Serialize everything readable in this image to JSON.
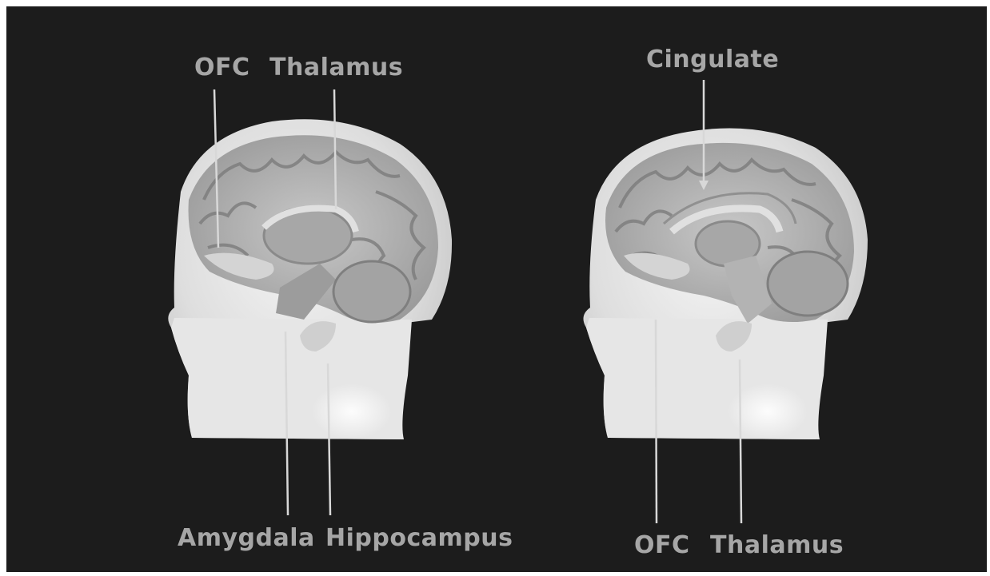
{
  "figure": {
    "colors": {
      "background": "#1c1c1c",
      "label": "#a6a6a6",
      "leader_line": "#d8d8d8",
      "skin": "#e8e8e8",
      "brain": "#b9b9b9"
    },
    "left_head": {
      "top_labels": {
        "ofc": "OFC",
        "thalamus": "Thalamus"
      },
      "bottom_labels": {
        "amygdala": "Amygdala",
        "hippocampus": "Hippocampus"
      }
    },
    "right_head": {
      "top_labels": {
        "cingulate": "Cingulate"
      },
      "bottom_labels": {
        "ofc": "OFC",
        "thalamus": "Thalamus"
      }
    }
  }
}
